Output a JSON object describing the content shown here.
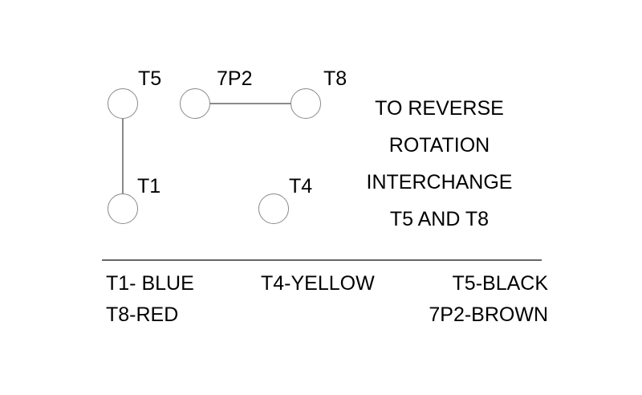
{
  "diagram": {
    "terminals": [
      {
        "id": "t5",
        "label": "T5"
      },
      {
        "id": "7p2",
        "label": "7P2"
      },
      {
        "id": "t8",
        "label": "T8"
      },
      {
        "id": "t1",
        "label": "T1"
      },
      {
        "id": "t4",
        "label": "T4"
      }
    ],
    "connections": [
      {
        "id": "t5-t1",
        "from": "T5",
        "to": "T1",
        "orientation": "vertical"
      },
      {
        "id": "7p2-t8",
        "from": "7P2",
        "to": "T8",
        "orientation": "horizontal"
      }
    ],
    "instruction": {
      "lines": [
        "TO REVERSE",
        "ROTATION",
        "INTERCHANGE",
        "T5 AND T8"
      ]
    }
  },
  "legend": {
    "rows": [
      {
        "left": "T1- BLUE",
        "mid": "T4-YELLOW",
        "right": "T5-BLACK"
      },
      {
        "left": "T8-RED",
        "mid": "",
        "right": "7P2-BROWN"
      }
    ]
  },
  "colors": {
    "background": "#ffffff",
    "text": "#000000",
    "circle_stroke": "#8a8a8a",
    "wire": "#8a8a8a",
    "divider": "#666666"
  }
}
